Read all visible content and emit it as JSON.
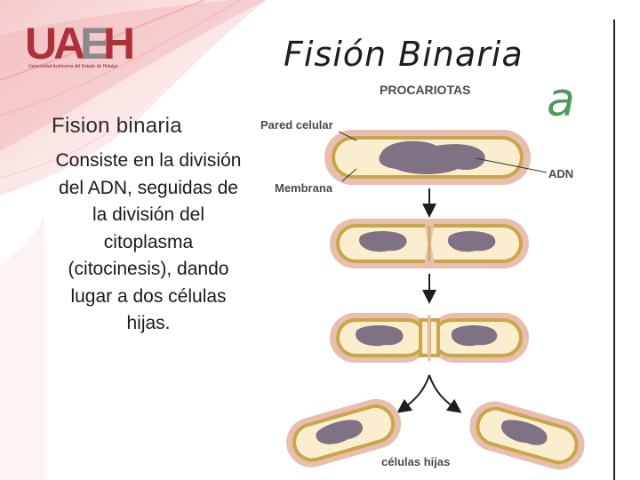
{
  "slide": {
    "title": "Fision binaria",
    "body": "Consiste en la división del ADN, seguidas de la división del citoplasma (citocinesis), dando lugar a dos células hijas.",
    "logo_text": "UAEH",
    "logo_caption": "Universidad Autónoma del Estado de Hidalgo"
  },
  "diagram": {
    "title": "Fisión Binaria",
    "subtitle": "PROCARIOTAS",
    "corner_glyph": "a",
    "labels": {
      "cell_wall": "Pared celular",
      "membrane": "Membrana",
      "dna": "ADN",
      "daughter_cells": "células hijas"
    }
  },
  "colors": {
    "slide_red": "#c8323c",
    "logo_red": "#b0303a",
    "logo_gray": "#8a8a8a",
    "cell_wall": "#e8bfae",
    "membrane": "#c9a64a",
    "cytoplasm": "#fbeecf",
    "dna": "#7f7284",
    "arrow": "#1e1e1e",
    "handwriting_green": "#4c9a5e"
  }
}
